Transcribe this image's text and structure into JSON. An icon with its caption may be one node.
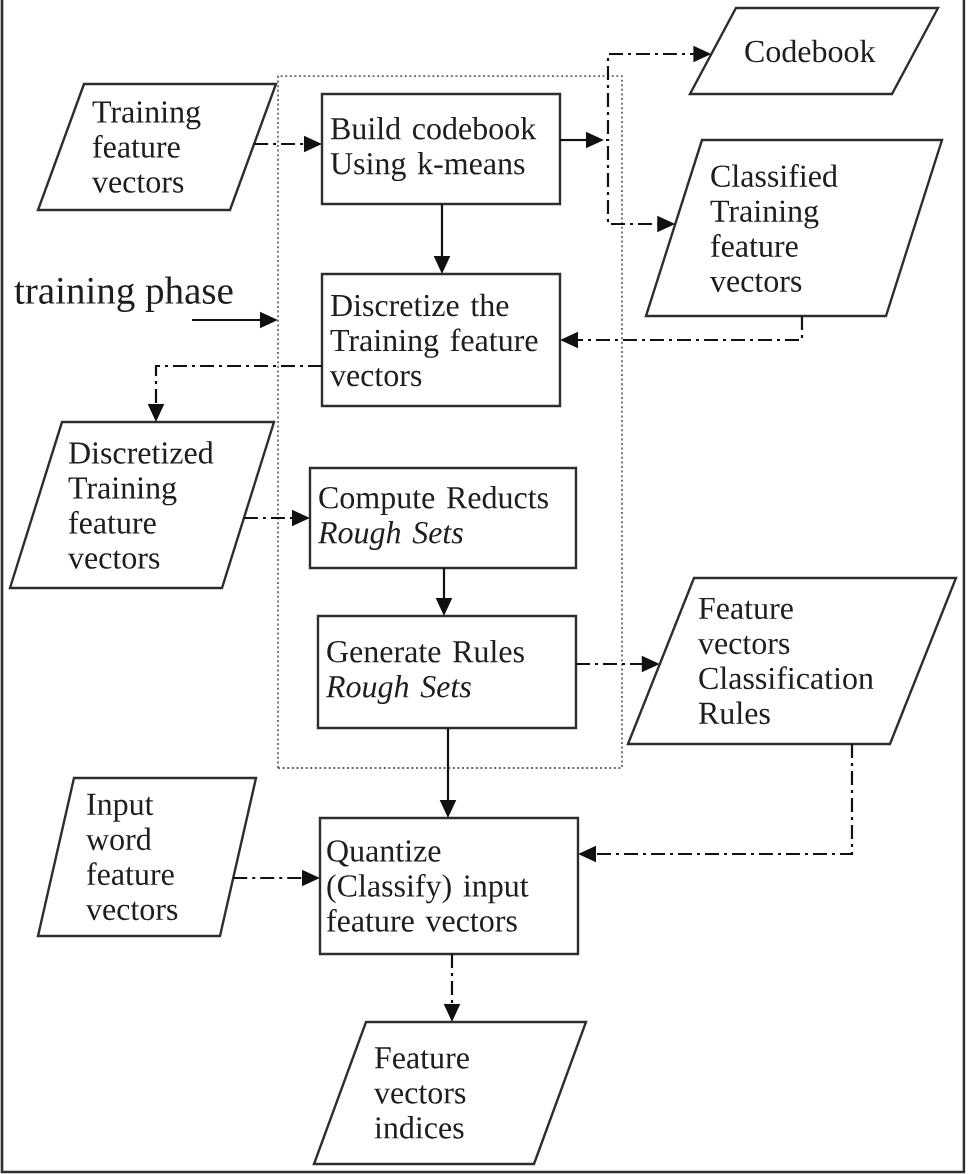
{
  "diagram": {
    "nodes": [
      {
        "text": [
          "Codebook"
        ]
      },
      {
        "text": [],
        "shape": "box"
      },
      {
        "text": [
          "Training feature vectors"
        ]
      },
      {
        "text": [
          "Build codebook Using k-means"
        ],
        "in": 1
      },
      {
        "text": [
          "Classified Training feature vectors"
        ]
      },
      {
        "text": [
          "training phase"
        ]
      },
      {
        "text": [
          "Discretize the Training feature vectors"
        ],
        "in": 1
      },
      {
        "text": [
          "Discretized Training feature vectors"
        ]
      },
      {
        "text": [
          "Compute Reducts",
          "Rough Sets"
        ],
        "in": 1
      },
      {
        "text": [
          "Generate Rules",
          "Rough Sets"
        ],
        "in": 1
      },
      {
        "text": [
          "Feature vectors Classification Rules"
        ]
      },
      {
        "text": [
          "Input word feature vectors"
        ]
      },
      {
        "text": [
          "Quantize (Classify) input feature vectors"
        ]
      },
      {
        "text": [
          "Feature vectors indices"
        ]
      }
    ],
    "edges": [
      {
        "from": 2,
        "to": 3,
        "arrow": "to",
        "style": "dashed"
      },
      {
        "from": 3,
        "to": 6,
        "arrow": "to"
      },
      {
        "from": 3,
        "to": 0,
        "arrow": "to",
        "style": "dashed"
      },
      {
        "from": 3,
        "to": 4,
        "arrow": "to",
        "style": "dashed"
      },
      {
        "from": 5,
        "to": 1,
        "arrow": "to"
      },
      {
        "from": 4,
        "to": 6,
        "arrow": "to",
        "style": "dashed"
      },
      {
        "from": 6,
        "to": 7,
        "arrow": "to",
        "style": "dashed"
      },
      {
        "from": 7,
        "to": 8,
        "arrow": "to",
        "style": "dashed"
      },
      {
        "from": 8,
        "to": 9,
        "arrow": "to"
      },
      {
        "from": 9,
        "to": 10,
        "arrow": "to",
        "style": "dashed"
      },
      {
        "from": 9,
        "to": 12,
        "arrow": "to"
      },
      {
        "from": 10,
        "to": 12,
        "arrow": "to",
        "style": "dashed"
      },
      {
        "from": 11,
        "to": 12,
        "arrow": "to",
        "style": "dashed"
      },
      {
        "from": 12,
        "to": 13,
        "arrow": "to",
        "style": "dashed"
      }
    ]
  }
}
